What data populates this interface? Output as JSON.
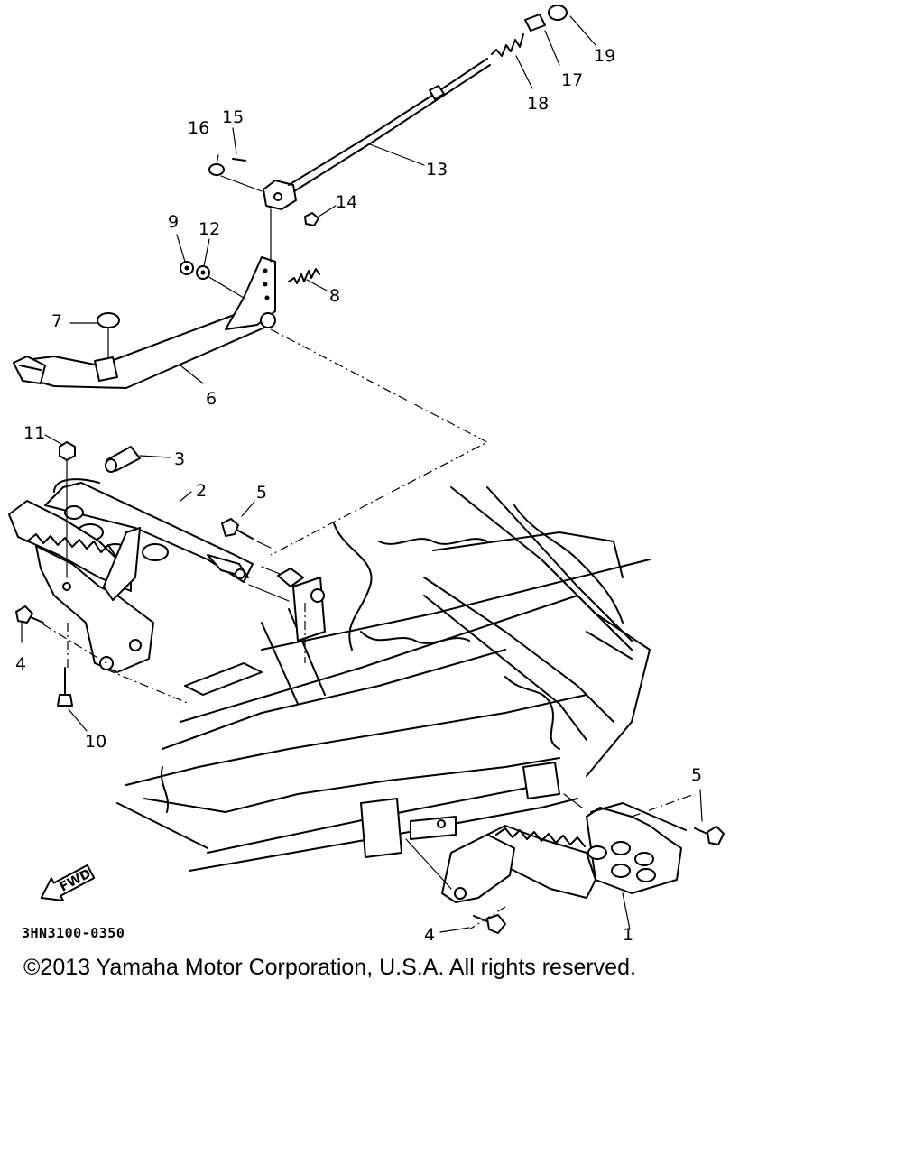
{
  "diagram": {
    "code": "3HN3100-0350",
    "fwd_label": "FWD",
    "copyright": "©2013 Yamaha Motor Corporation, U.S.A. All rights reserved.",
    "callouts": [
      "1",
      "2",
      "3",
      "4",
      "4",
      "5",
      "5",
      "6",
      "7",
      "8",
      "9",
      "10",
      "11",
      "12",
      "13",
      "14",
      "15",
      "16",
      "17",
      "18",
      "19"
    ]
  }
}
